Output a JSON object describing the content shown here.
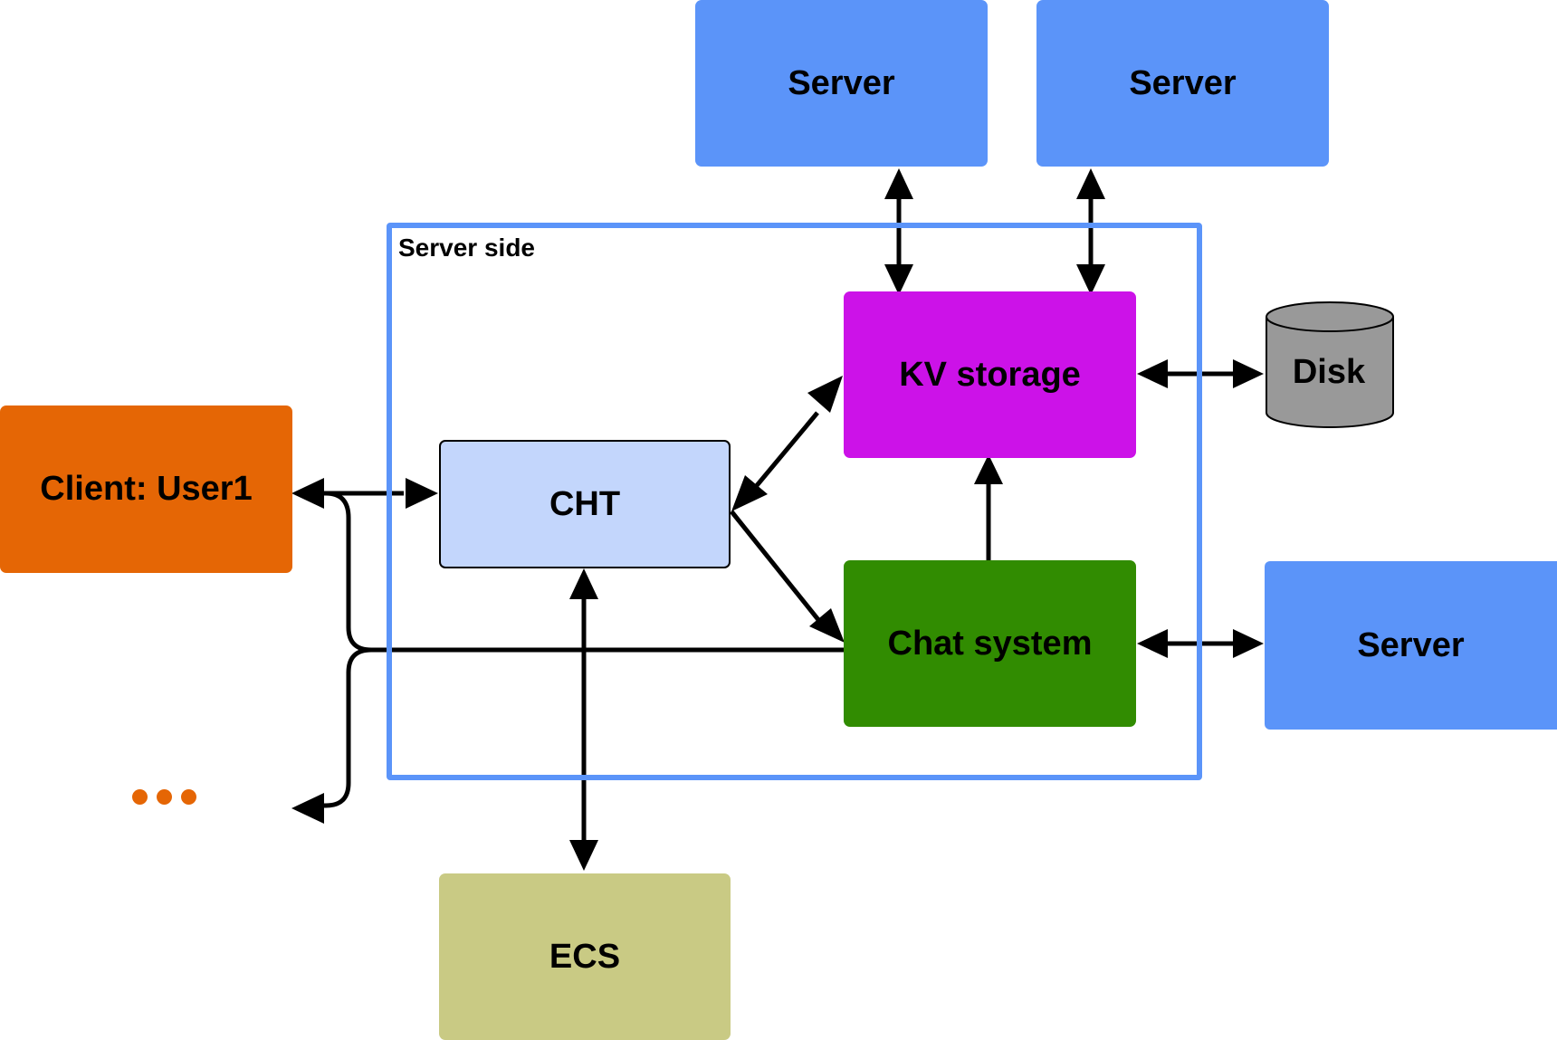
{
  "diagram": {
    "group": {
      "label": "Server side"
    },
    "nodes": {
      "client": {
        "label": "Client: User1",
        "color": "#e56605"
      },
      "cht": {
        "label": "CHT",
        "color": "#c3d6fc"
      },
      "kv_storage": {
        "label": "KV storage",
        "color": "#cc12e8"
      },
      "chat_system": {
        "label": "Chat system",
        "color": "#318c01"
      },
      "ecs": {
        "label": "ECS",
        "color": "#c9ca84"
      },
      "server_top_left": {
        "label": "Server",
        "color": "#5b94f9"
      },
      "server_top_right": {
        "label": "Server",
        "color": "#5b94f9"
      },
      "server_right": {
        "label": "Server",
        "color": "#5b94f9"
      },
      "disk": {
        "label": "Disk",
        "color": "#999999"
      }
    },
    "ellipsis": {
      "color": "#e56605"
    },
    "colors": {
      "group_border": "#5b94f9",
      "arrow": "#000000"
    },
    "edges": [
      {
        "from": "client",
        "to": "cht",
        "direction": "both"
      },
      {
        "from": "cht",
        "to": "kv_storage",
        "direction": "both"
      },
      {
        "from": "cht",
        "to": "chat_system",
        "direction": "forward"
      },
      {
        "from": "chat_system",
        "to": "kv_storage",
        "direction": "forward"
      },
      {
        "from": "kv_storage",
        "to": "server_top_left",
        "direction": "both"
      },
      {
        "from": "kv_storage",
        "to": "server_top_right",
        "direction": "both"
      },
      {
        "from": "kv_storage",
        "to": "disk",
        "direction": "both"
      },
      {
        "from": "chat_system",
        "to": "server_right",
        "direction": "both"
      },
      {
        "from": "cht",
        "to": "ecs",
        "direction": "both"
      },
      {
        "from": "chat_system",
        "to": "client",
        "direction": "forward"
      },
      {
        "from": "chat_system",
        "to": "ellipsis",
        "direction": "forward"
      }
    ]
  }
}
